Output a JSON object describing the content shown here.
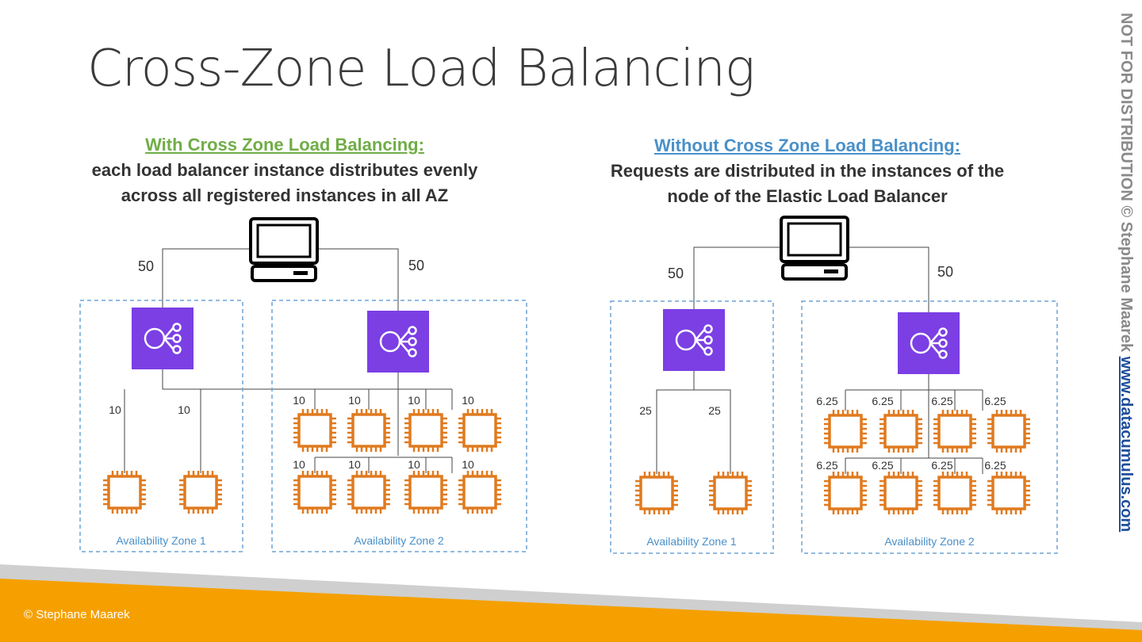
{
  "title": "Cross-Zone Load Balancing",
  "left": {
    "heading": "With Cross Zone Load Balancing:",
    "desc_line1": "each load balancer instance distributes evenly",
    "desc_line2": "across all registered instances in all AZ",
    "client_split": [
      "50",
      "50"
    ],
    "zone1_label": "Availability Zone 1",
    "zone2_label": "Availability Zone 2",
    "zone1_weights": [
      "10",
      "10"
    ],
    "zone2_weights": [
      "10",
      "10",
      "10",
      "10",
      "10",
      "10",
      "10",
      "10"
    ]
  },
  "right": {
    "heading": "Without Cross Zone Load Balancing:",
    "desc_line1": "Requests are distributed in the instances of the",
    "desc_line2": "node of the Elastic Load Balancer",
    "client_split": [
      "50",
      "50"
    ],
    "zone1_label": "Availability Zone 1",
    "zone2_label": "Availability Zone 2",
    "zone1_weights": [
      "25",
      "25"
    ],
    "zone2_weights": [
      "6.25",
      "6.25",
      "6.25",
      "6.25",
      "6.25",
      "6.25",
      "6.25",
      "6.25"
    ]
  },
  "sidebar": {
    "notice": "NOT FOR DISTRIBUTION © Stephane Maarek ",
    "url": "www.datacumulus.com"
  },
  "footer": {
    "copyright": "© Stephane Maarek"
  },
  "colors": {
    "purple": "#7b3fe4",
    "orange": "#e07a1f",
    "zone_border": "#6ba3d6",
    "zone_label": "#4a90c8",
    "footer_orange": "#f5a000",
    "footer_gray": "#cfcfcf"
  }
}
